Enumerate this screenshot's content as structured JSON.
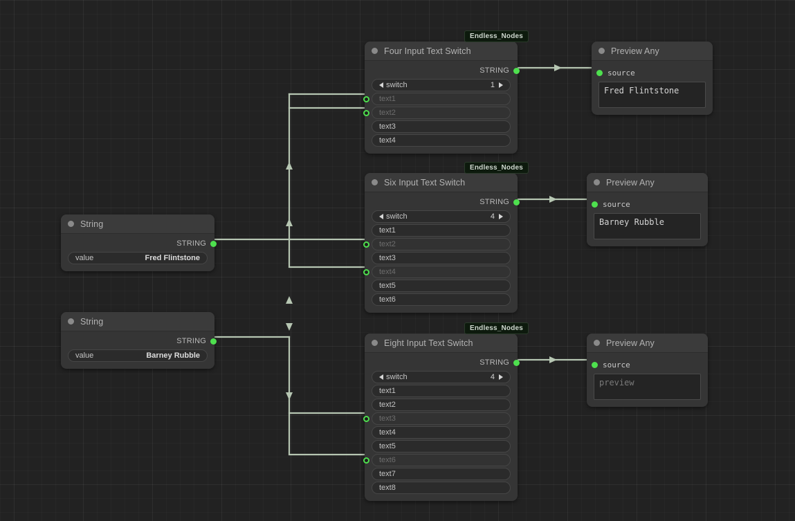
{
  "app": {
    "canvas_label": "node-graph-canvas",
    "accent_green": "#4ee04e",
    "wire_color": "#b6c6b2",
    "node_bg": "#353535",
    "header_bg": "#3b3b3b",
    "badge_bg": "#0d1a0d"
  },
  "badges": [
    {
      "label": "Endless_Nodes"
    },
    {
      "label": "Endless_Nodes"
    },
    {
      "label": "Endless_Nodes"
    }
  ],
  "nodes": {
    "string_fred": {
      "title": "String",
      "output_label": "STRING",
      "widget_name": "value",
      "widget_value": "Fred Flintstone"
    },
    "string_barney": {
      "title": "String",
      "output_label": "STRING",
      "widget_name": "value",
      "widget_value": "Barney Rubble"
    },
    "four_switch": {
      "title": "Four Input Text Switch",
      "output_label": "STRING",
      "switch_name": "switch",
      "switch_value": "1",
      "left_arrow": "prev-arrow-icon",
      "right_arrow": "next-arrow-icon",
      "inputs": [
        {
          "label": "text1",
          "connected": true
        },
        {
          "label": "text2",
          "connected": true
        },
        {
          "label": "text3",
          "connected": false
        },
        {
          "label": "text4",
          "connected": false
        }
      ]
    },
    "six_switch": {
      "title": "Six Input Text Switch",
      "output_label": "STRING",
      "switch_name": "switch",
      "switch_value": "4",
      "left_arrow": "prev-arrow-icon",
      "right_arrow": "next-arrow-icon",
      "inputs": [
        {
          "label": "text1",
          "connected": false
        },
        {
          "label": "text2",
          "connected": true
        },
        {
          "label": "text3",
          "connected": false
        },
        {
          "label": "text4",
          "connected": true
        },
        {
          "label": "text5",
          "connected": false
        },
        {
          "label": "text6",
          "connected": false
        }
      ]
    },
    "eight_switch": {
      "title": "Eight Input Text Switch",
      "output_label": "STRING",
      "switch_name": "switch",
      "switch_value": "4",
      "left_arrow": "prev-arrow-icon",
      "right_arrow": "next-arrow-icon",
      "inputs": [
        {
          "label": "text1",
          "connected": false
        },
        {
          "label": "text2",
          "connected": false
        },
        {
          "label": "text3",
          "connected": true
        },
        {
          "label": "text4",
          "connected": false
        },
        {
          "label": "text5",
          "connected": false
        },
        {
          "label": "text6",
          "connected": true
        },
        {
          "label": "text7",
          "connected": false
        },
        {
          "label": "text8",
          "connected": false
        }
      ]
    },
    "preview_top": {
      "title": "Preview Any",
      "input_label": "source",
      "text": "Fred Flintstone",
      "is_placeholder": false
    },
    "preview_mid": {
      "title": "Preview Any",
      "input_label": "source",
      "text": "Barney Rubble",
      "is_placeholder": false
    },
    "preview_bottom": {
      "title": "Preview Any",
      "input_label": "source",
      "text": "preview",
      "is_placeholder": true
    }
  }
}
